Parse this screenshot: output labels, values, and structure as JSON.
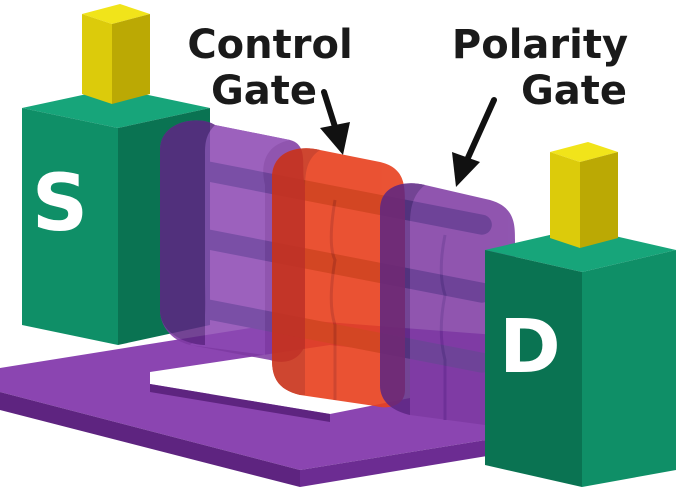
{
  "labels": {
    "control_gate_line1": "Control",
    "control_gate_line2": "Gate",
    "polarity_gate_line1": "Polarity",
    "polarity_gate_line2": "Gate",
    "source": "S",
    "drain": "D"
  },
  "colors": {
    "block_front": "#0f8f67",
    "block_side": "#0a7352",
    "block_top": "#17a57a",
    "contact_top": "#f1e41a",
    "contact_front": "#dccb0b",
    "contact_side": "#bba904",
    "gate_purple": "#7e3aa3",
    "gate_purple_dark": "#5d2683",
    "control_gate_red": "#e8401e",
    "substrate": "#7c3aa1",
    "nanowire": "#12805a",
    "arrow": "#111111",
    "label_text": "#1a1a1a"
  }
}
